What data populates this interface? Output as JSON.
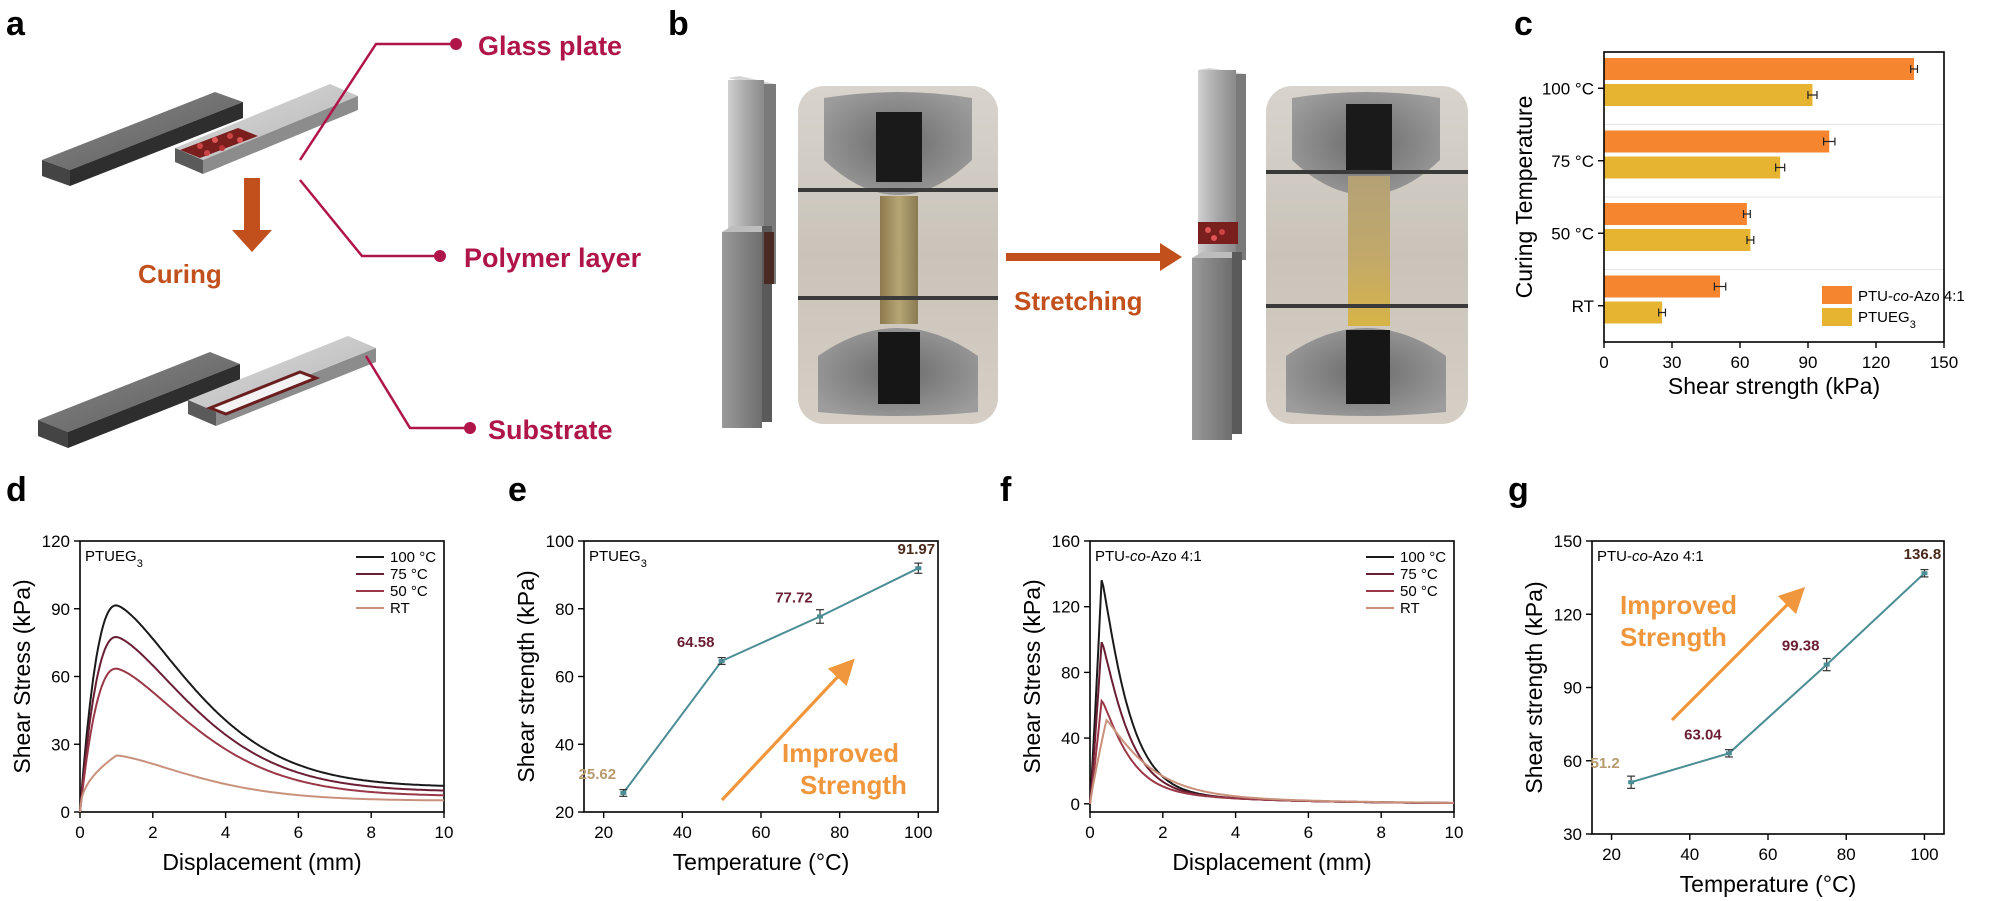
{
  "panels": {
    "a": {
      "label": "a",
      "callouts": [
        "Glass plate",
        "Polymer layer",
        "Substrate"
      ],
      "process": "Curing",
      "colors": {
        "callout": "#b0154a",
        "process": "#c2501c"
      }
    },
    "b": {
      "label": "b",
      "process": "Stretching"
    }
  },
  "colors": {
    "orange": "#f5862f",
    "gold": "#e7b431",
    "teal": "#4b8d95",
    "c100": "#1a1a1a",
    "c75": "#6a1e33",
    "c50": "#9a3848",
    "cRT": "#c9917c",
    "improved": "#f0963c",
    "dlab_rt": "#b89a6e",
    "dlab_mid": "#6a1e33",
    "dlab_top": "#4a2a1a"
  },
  "chart_data": [
    {
      "panel": "c",
      "type": "bar",
      "orientation": "horizontal",
      "categories": [
        "100 °C",
        "75 °C",
        "50 °C",
        "RT"
      ],
      "series": [
        {
          "name": "PTU-co-Azo 4:1",
          "values": [
            136.8,
            99.38,
            63.04,
            51.2
          ],
          "errors": [
            1.5,
            2.5,
            1.5,
            2.5
          ]
        },
        {
          "name": "PTUEG3",
          "values": [
            91.97,
            77.72,
            64.58,
            25.62
          ],
          "errors": [
            2.0,
            2.0,
            1.5,
            1.5
          ]
        }
      ],
      "legend_names": {
        "pre": "PTU-",
        "it": "co",
        "post": "-Azo 4:1",
        "gold": "PTUEG",
        "gold_sub": "3"
      },
      "xlabel": "Shear strength (kPa)",
      "ylabel": "Curing Temperature",
      "xlim": [
        0,
        150
      ],
      "xticks": [
        0,
        30,
        60,
        90,
        120,
        150
      ],
      "legend": "bottom-right"
    },
    {
      "panel": "d",
      "type": "line",
      "tag": {
        "main": "PTUEG",
        "sub": "3"
      },
      "xlabel": "Displacement (mm)",
      "ylabel": "Shear Stress (kPa)",
      "xlim": [
        0,
        10
      ],
      "ylim": [
        0,
        120
      ],
      "xticks": [
        0,
        2,
        4,
        6,
        8,
        10
      ],
      "yticks": [
        0,
        30,
        60,
        90,
        120
      ],
      "legend": "top-right",
      "series": [
        {
          "name": "100 °C",
          "peak": 91.5,
          "tail": 11
        },
        {
          "name": "75 °C",
          "peak": 77.5,
          "tail": 9
        },
        {
          "name": "50 °C",
          "peak": 63.5,
          "tail": 7
        },
        {
          "name": "RT",
          "peak": 25,
          "tail": 5
        }
      ]
    },
    {
      "panel": "e",
      "type": "line",
      "tag": {
        "main": "PTUEG",
        "sub": "3"
      },
      "xlabel": "Temperature (°C)",
      "ylabel": "Shear strength (kPa)",
      "xlim": [
        15,
        105
      ],
      "ylim": [
        20,
        100
      ],
      "xticks": [
        20,
        40,
        60,
        80,
        100
      ],
      "yticks": [
        20,
        40,
        60,
        80,
        100
      ],
      "x": [
        25,
        50,
        75,
        100
      ],
      "y": [
        25.62,
        64.58,
        77.72,
        91.97
      ],
      "errors": [
        1.0,
        1.0,
        2.0,
        1.5
      ],
      "labels": [
        "25.62",
        "64.58",
        "77.72",
        "91.97"
      ],
      "annotation": [
        "Improved",
        "Strength"
      ]
    },
    {
      "panel": "f",
      "type": "line",
      "tag": {
        "pre": "PTU-",
        "it": "co",
        "post": "-Azo 4:1"
      },
      "xlabel": "Displacement (mm)",
      "ylabel": "Shear Stress (kPa)",
      "xlim": [
        0,
        10
      ],
      "ylim": [
        -5,
        160
      ],
      "xticks": [
        0,
        2,
        4,
        6,
        8,
        10
      ],
      "yticks": [
        0,
        40,
        80,
        120,
        160
      ],
      "legend": "top-right",
      "series": [
        {
          "name": "100 °C",
          "peak": 137
        },
        {
          "name": "75 °C",
          "peak": 99
        },
        {
          "name": "50 °C",
          "peak": 63
        },
        {
          "name": "RT",
          "peak": 51
        }
      ]
    },
    {
      "panel": "g",
      "type": "line",
      "tag": {
        "pre": "PTU-",
        "it": "co",
        "post": "-Azo 4:1"
      },
      "xlabel": "Temperature (°C)",
      "ylabel": "Shear strength (kPa)",
      "xlim": [
        15,
        105
      ],
      "ylim": [
        30,
        150
      ],
      "xticks": [
        20,
        40,
        60,
        80,
        100
      ],
      "yticks": [
        30,
        60,
        90,
        120,
        150
      ],
      "x": [
        25,
        50,
        75,
        100
      ],
      "y": [
        51.2,
        63.04,
        99.38,
        136.8
      ],
      "errors": [
        2.5,
        1.5,
        2.5,
        1.5
      ],
      "labels": [
        "51.2",
        "63.04",
        "99.38",
        "136.8"
      ],
      "annotation": [
        "Improved",
        "Strength"
      ]
    }
  ]
}
